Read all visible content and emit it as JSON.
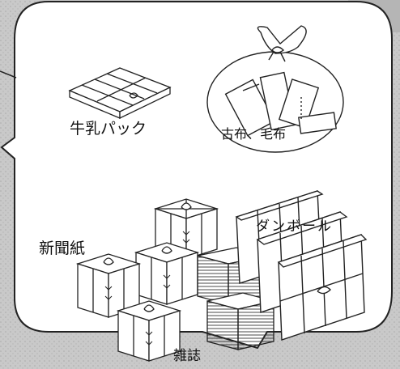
{
  "labels": {
    "milk_carton": "牛乳パック",
    "old_cloth": "古布、毛布",
    "newspaper": "新聞紙",
    "cardboard": "ダンボール",
    "magazine": "雑誌"
  },
  "colors": {
    "background_outer": "#c8c8c8",
    "panel": "#ffffff",
    "ink": "#111111"
  }
}
